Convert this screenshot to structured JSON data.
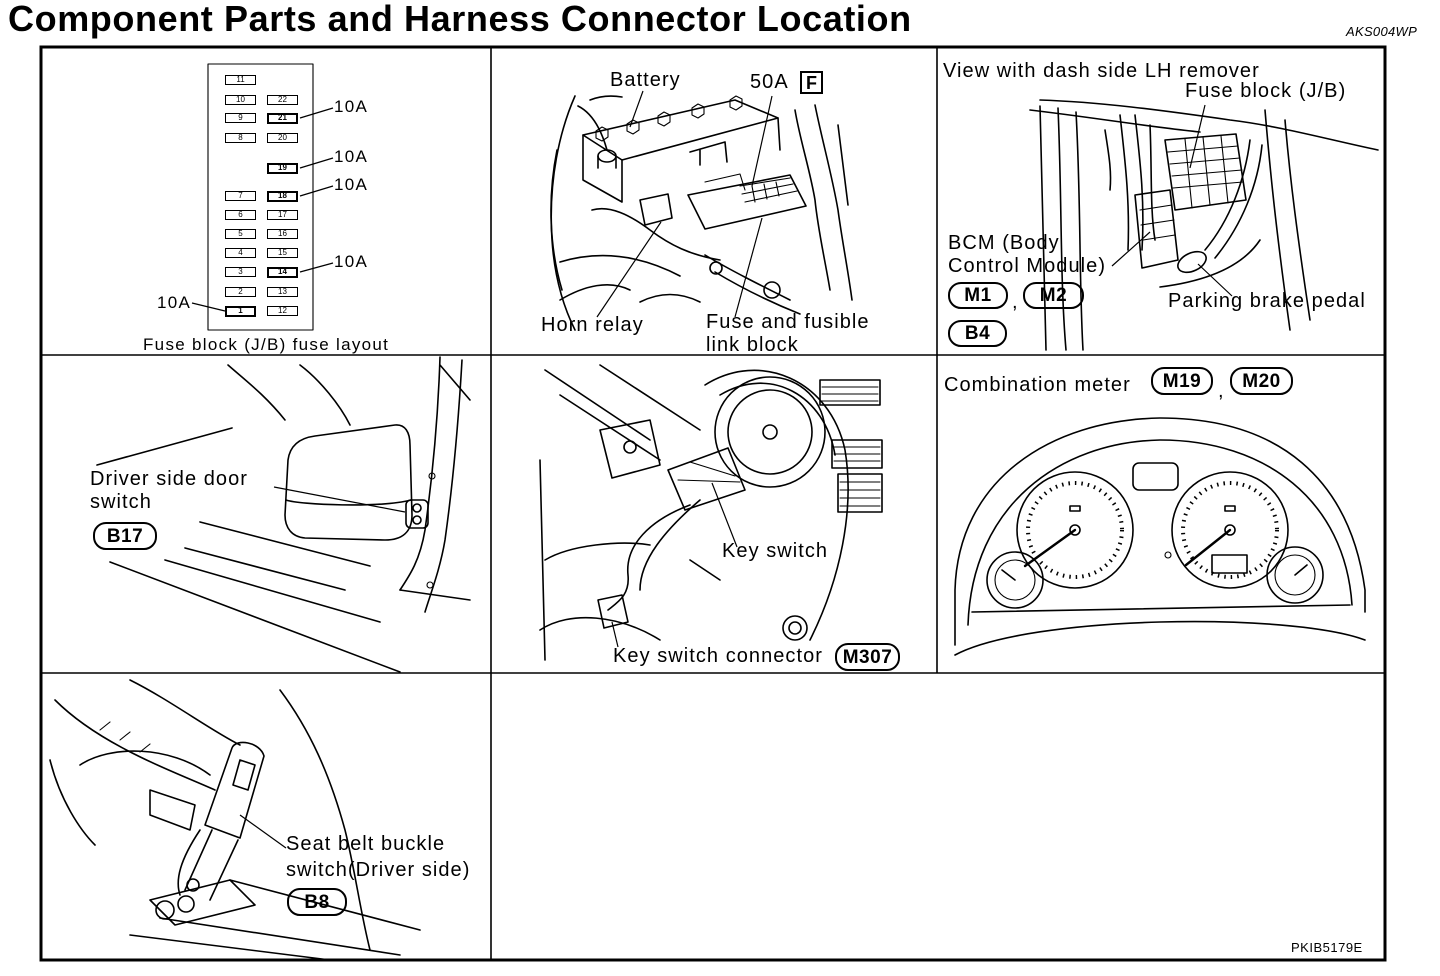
{
  "header": {
    "title": "Component Parts and Harness Connector Location",
    "doc_code": "AKS004WP"
  },
  "footer": {
    "figure_code": "PKIB5179E"
  },
  "fuse_layout": {
    "caption": "Fuse block (J/B) fuse layout",
    "left_column": [
      "11",
      "10",
      "9",
      "8",
      "7",
      "6",
      "5",
      "4",
      "3",
      "2",
      "1"
    ],
    "right_column": [
      "22",
      "21",
      "20",
      "19",
      "18",
      "17",
      "16",
      "15",
      "14",
      "13",
      "12"
    ],
    "ratings": [
      "10A",
      "10A",
      "10A",
      "10A",
      "10A"
    ]
  },
  "engine_bay": {
    "battery": "Battery",
    "fuse_rating": "50A",
    "fuse_rating_tag": "F",
    "horn_relay": "Horn relay",
    "fuse_block_line1": "Fuse and fusible",
    "fuse_block_line2": "link block"
  },
  "dash_view": {
    "note": "View with dash side LH remover",
    "fuse_block": "Fuse block (J/B)",
    "bcm_line1": "BCM (Body",
    "bcm_line2": "Control Module)",
    "connectors": [
      "M1",
      "M2",
      "B4"
    ],
    "separator": ",",
    "pedal": "Parking brake pedal"
  },
  "door_switch": {
    "line1": "Driver side door",
    "line2": "switch",
    "connector": "B17"
  },
  "key_switch": {
    "label": "Key switch",
    "connector_label": "Key switch connector",
    "connector": "M307"
  },
  "combination_meter": {
    "label": "Combination meter",
    "connectors": [
      "M19",
      "M20"
    ],
    "separator": ","
  },
  "seat_belt": {
    "line1": "Seat belt buckle",
    "line2": "switch(Driver side)",
    "connector": "B8"
  }
}
